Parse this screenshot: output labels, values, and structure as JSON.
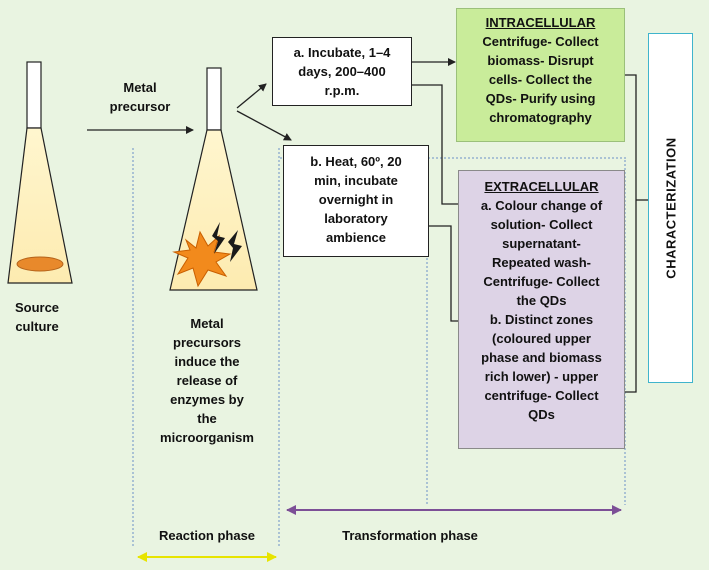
{
  "metal_precursor_label": [
    "Metal",
    "precursor"
  ],
  "source_label": [
    "Source",
    "culture"
  ],
  "induce_text": [
    "Metal",
    "precursors",
    "induce the",
    "release of",
    "enzymes by",
    "the",
    "microorganism"
  ],
  "incubate_box": [
    "a. Incubate, 1–4",
    "days, 200–400",
    "r.p.m."
  ],
  "heat_box": [
    "b. Heat, 60º, 20",
    "min, incubate",
    "overnight in",
    "laboratory",
    "ambience"
  ],
  "intracellular": {
    "title": "INTRACELLULAR",
    "lines": [
      "Centrifuge- Collect",
      "biomass- Disrupt",
      "cells- Collect the",
      "QDs- Purify using",
      "chromatography"
    ]
  },
  "extracellular": {
    "title": "EXTRACELLULAR",
    "lines": [
      "a. Colour change of",
      "solution- Collect",
      "supernatant-",
      "Repeated wash-",
      "Centrifuge- Collect",
      "the QDs",
      "b. Distinct zones",
      "(coloured upper",
      "phase and biomass",
      "rich lower) - upper",
      "centrifuge- Collect",
      "QDs"
    ]
  },
  "characterization": "CHARACTERIZATION",
  "reaction_phase": "Reaction phase",
  "transformation_phase": "Transformation phase",
  "colors": {
    "background": "#e9f4e1",
    "intracellular_fill": "#c9ec9a",
    "extracellular_fill": "#ddd3e6",
    "characterization_border": "#3fb4cc",
    "reaction_arrow": "#e7e400",
    "transformation_arrow": "#7c4f96",
    "dashed_line": "#6a8fc8"
  }
}
